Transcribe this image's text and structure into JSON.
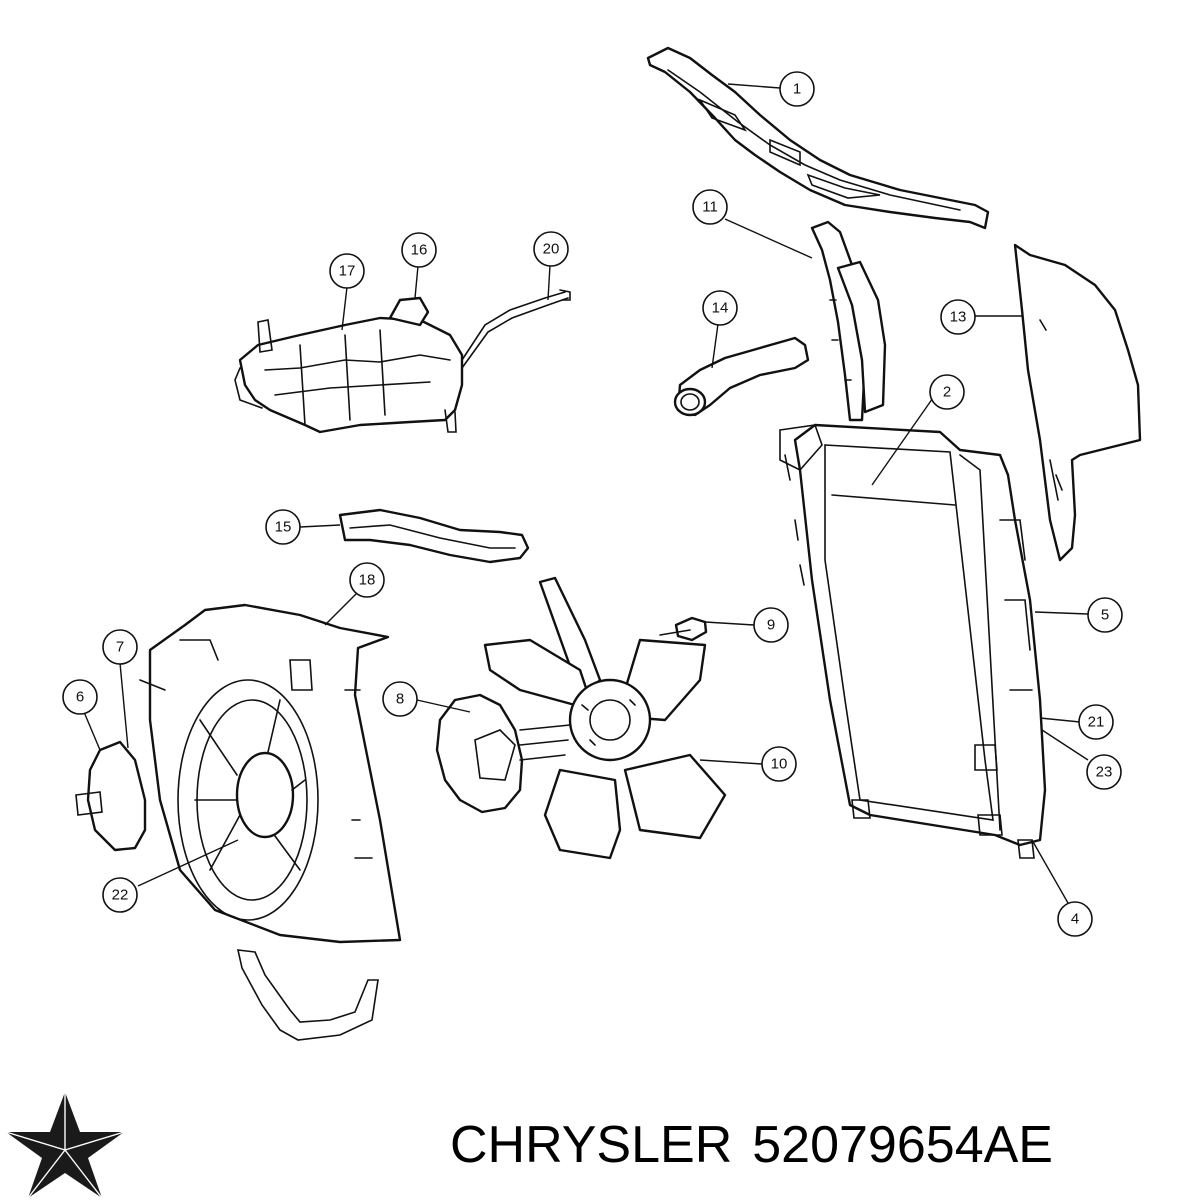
{
  "caption": {
    "brand": "CHRYSLER",
    "part_number": "52079654AE"
  },
  "logo": {
    "icon": "chrysler-pentastar-icon"
  },
  "callouts": [
    {
      "label": "1"
    },
    {
      "label": "2"
    },
    {
      "label": "4"
    },
    {
      "label": "5"
    },
    {
      "label": "6"
    },
    {
      "label": "7"
    },
    {
      "label": "8"
    },
    {
      "label": "9"
    },
    {
      "label": "10"
    },
    {
      "label": "11"
    },
    {
      "label": "13"
    },
    {
      "label": "14"
    },
    {
      "label": "15"
    },
    {
      "label": "16"
    },
    {
      "label": "17"
    },
    {
      "label": "18"
    },
    {
      "label": "20"
    },
    {
      "label": "21"
    },
    {
      "label": "22"
    },
    {
      "label": "23"
    }
  ],
  "colors": {
    "line": "#111111",
    "background": "#ffffff"
  }
}
